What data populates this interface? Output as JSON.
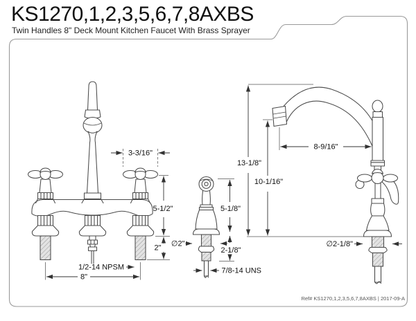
{
  "header": {
    "model_number": "KS1270,1,2,3,5,6,7,8AXBS",
    "subtitle": "Twin Handles 8\" Deck Mount Kitchen Faucet With Brass Sprayer"
  },
  "footer": {
    "reference": "Ref# KS1270,1,2,3,5,6,7,8AXBS | 2017-09-A"
  },
  "dimensions": {
    "front_view": {
      "handle_width": "3-3/16\"",
      "spout_height": "5-1/2\"",
      "deck_clearance": "2\"",
      "shank_thread": "1/2-14 NPSM",
      "faucet_centers": "8\""
    },
    "sprayer": {
      "height": "5-1/8\"",
      "flange_diameter": "∅2\"",
      "shank_length": "2-1/8\"",
      "hose_thread": "7/8-14 UNS"
    },
    "side_view": {
      "overall_height": "13-1/8\"",
      "spout_clearance": "10-1/16\"",
      "spout_reach": "8-9/16\"",
      "flange_diameter": "∅2-1/8\""
    }
  },
  "style": {
    "line_color": "#4a4a4a",
    "dimension_color": "#333333",
    "frame_color": "#9a9a9a",
    "hatch_fill": "#e3e3e3"
  }
}
